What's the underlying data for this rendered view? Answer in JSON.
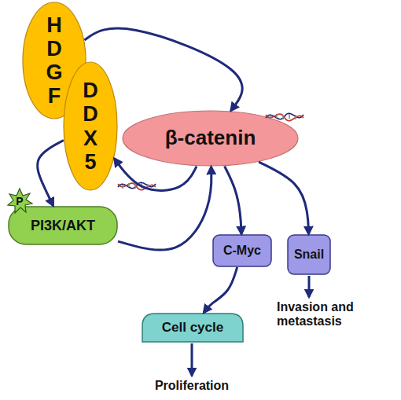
{
  "diagram": {
    "nodes": [
      {
        "text": [
          "H D G F"
        ]
      },
      {
        "text": [
          "D D X 5"
        ]
      },
      {
        "text": [
          "β-catenin"
        ]
      },
      {
        "text": [
          "PI3K/AKT"
        ]
      },
      {
        "text": [
          "C-Myc"
        ]
      },
      {
        "text": [
          "Snail"
        ]
      },
      {
        "text": [
          "Cell cycle"
        ]
      }
    ],
    "edges": [
      {
        "from": 0,
        "to": 2,
        "arrow": "to"
      },
      {
        "from": 1,
        "to": 3,
        "arrow": "to"
      },
      {
        "from": 3,
        "to": 2,
        "arrow": "to"
      },
      {
        "from": 2,
        "to": 1,
        "arrow": "to"
      },
      {
        "from": 2,
        "to": 4,
        "arrow": "to"
      },
      {
        "from": 2,
        "to": 5,
        "arrow": "to"
      },
      {
        "from": 4,
        "to": 6,
        "arrow": "to"
      }
    ],
    "labels": [
      "P",
      "Invasion and metastasis",
      "Proliferation"
    ]
  }
}
